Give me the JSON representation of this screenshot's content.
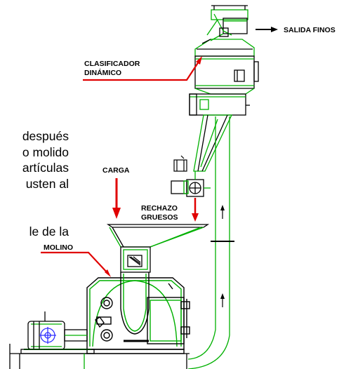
{
  "labels": {
    "salida_finos": "SALIDA FINOS",
    "clasificador_line1": "CLASIFICADOR",
    "clasificador_line2": "DINÁMICO",
    "carga": "CARGA",
    "rechazo_line1": "RECHAZO",
    "rechazo_line2": "GRUESOS",
    "molino": "MOLINO"
  },
  "paragraph_fragments": [
    "después",
    "o molido",
    "artículas",
    "usten al",
    "le de la"
  ],
  "colors": {
    "linework": "#000000",
    "housing": "#00c000",
    "callout": "#e00000",
    "arrow": "#e00000",
    "motor_axis": "#3030ff"
  }
}
